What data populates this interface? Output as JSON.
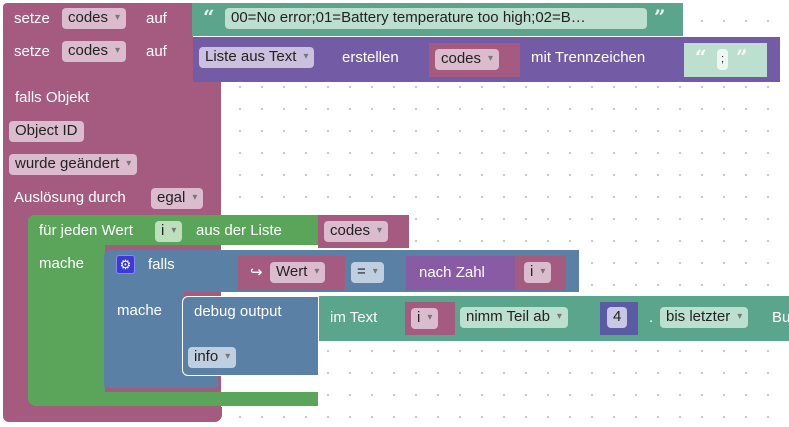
{
  "blocks": {
    "set1": {
      "label": "setze",
      "variable": "codes",
      "to_label": "auf",
      "text_value": "00=No error;01=Battery temperature too high;02=B…"
    },
    "set2": {
      "label": "setze",
      "variable": "codes",
      "to_label": "auf",
      "list_mode": "Liste aus Text",
      "create_label": "erstellen",
      "source_variable": "codes",
      "delimiter_label": "mit Trennzeichen",
      "delimiter_value": ";"
    },
    "trigger": {
      "title": "falls Objekt",
      "object_id": "Object ID",
      "condition": "wurde geändert",
      "ack_label": "Auslösung durch",
      "ack_value": "egal"
    },
    "foreach": {
      "label": "für jeden Wert",
      "variable": "i",
      "list_label": "aus der Liste",
      "list_variable": "codes",
      "do_label": "mache"
    },
    "if": {
      "label": "falls",
      "do_label": "mache",
      "left_arrow": "↪",
      "left_value": "Wert",
      "operator": "=",
      "convert_label": "nach Zahl",
      "convert_variable": "i"
    },
    "debug": {
      "label": "debug output",
      "level": "info",
      "substring_label": "im Text",
      "text_variable": "i",
      "from_mode": "nimm Teil ab",
      "from_index": "4",
      "dot": ".",
      "to_mode": "bis letzter",
      "trailing": "Bu"
    }
  },
  "quote_open": "“",
  "quote_close": "”"
}
